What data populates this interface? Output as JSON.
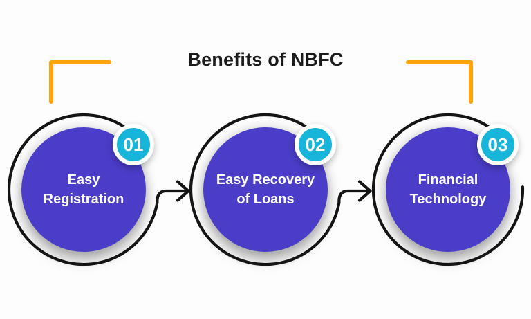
{
  "title": "Benefits of NBFC",
  "steps": [
    {
      "number": "01",
      "label": "Easy Registration"
    },
    {
      "number": "02",
      "label": "Easy Recovery\nof Loans"
    },
    {
      "number": "03",
      "label": "Financial\nTechnology"
    }
  ],
  "icons": {
    "arrowhead": "right-arrow-chevron",
    "brackets": "corner-bracket"
  },
  "colors": {
    "background": "#fdfdfd",
    "title": "#1c1c1c",
    "circle_fill": "#4a3dc7",
    "circle_text": "#ffffff",
    "badge_fill": "#17b5da",
    "badge_border": "#ffffff",
    "badge_text": "#ffffff",
    "line": "#141414",
    "bracket": "#fca40c"
  }
}
